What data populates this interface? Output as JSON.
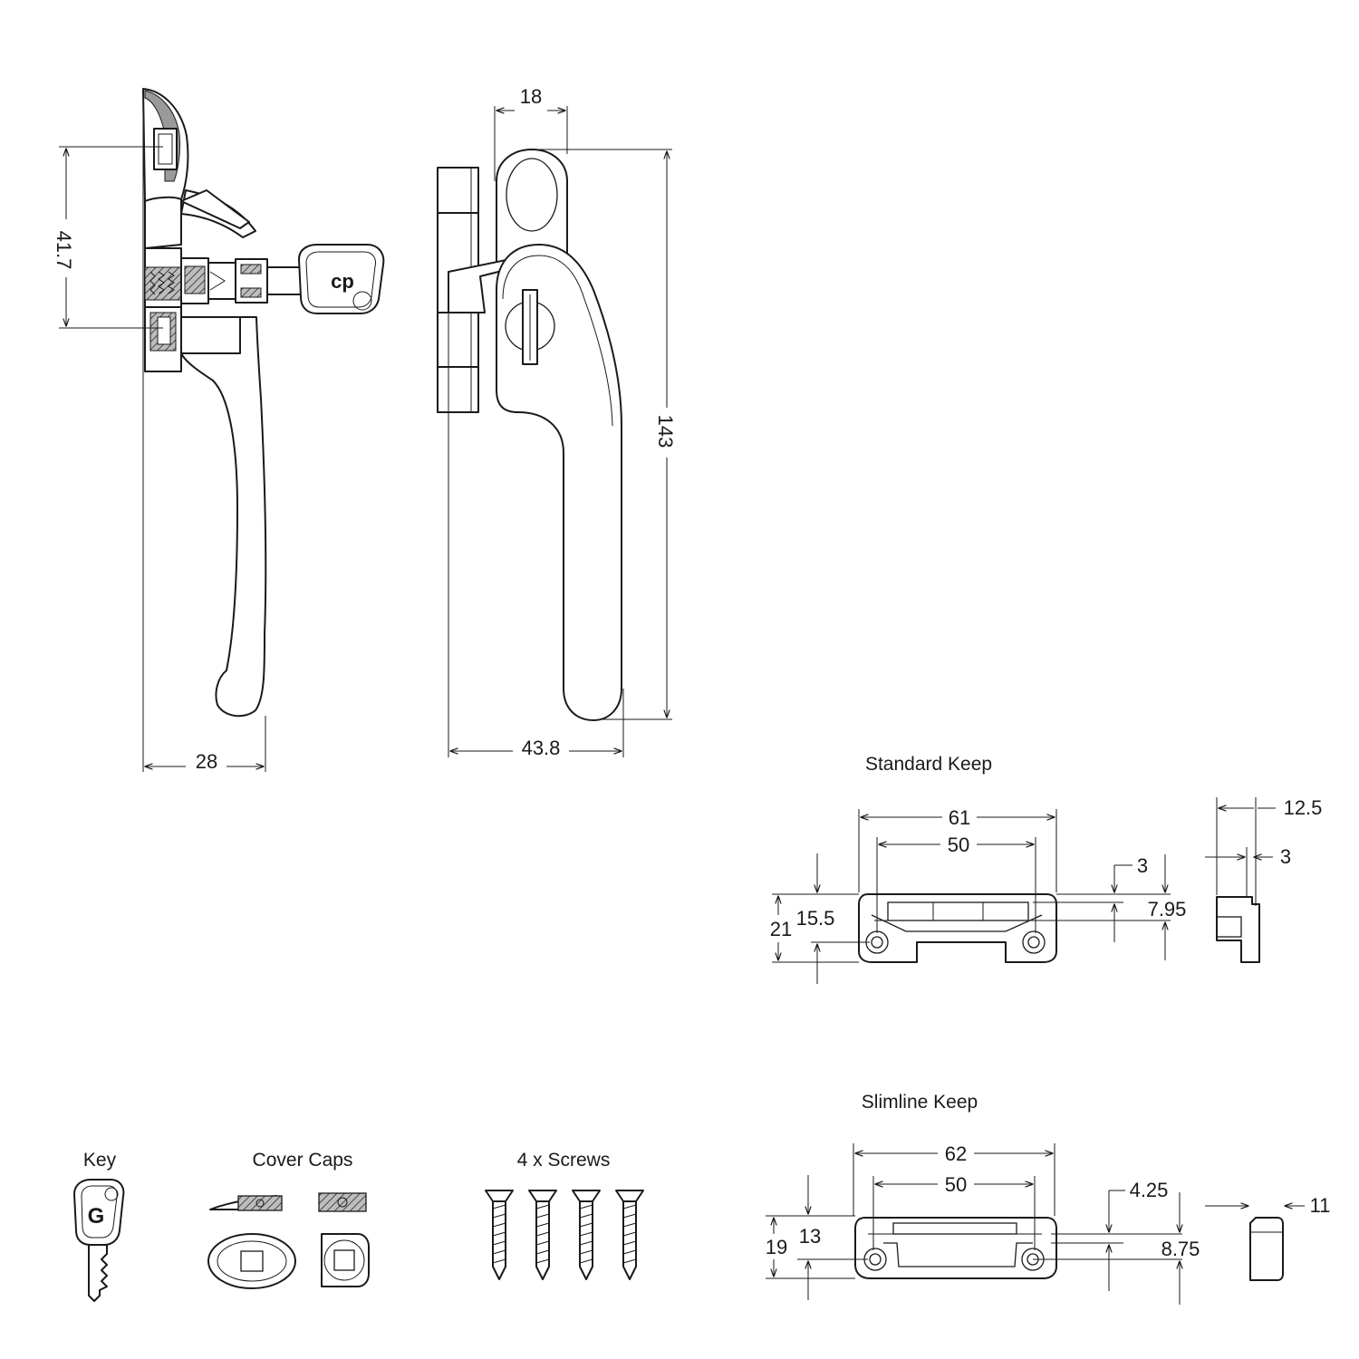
{
  "handle": {
    "dim_height_keyhole": "41.7",
    "dim_depth": "28",
    "dim_top_width": "18",
    "dim_length": "143",
    "dim_total_width": "43.8",
    "key_logo": "cp"
  },
  "standard_keep": {
    "title": "Standard Keep",
    "dim_overall_width": "61",
    "dim_hole_centres": "50",
    "dim_height": "21",
    "dim_hole_height": "15.5",
    "dim_lip": "3",
    "dim_lip_depth": "7.95",
    "dim_side_depth": "12.5",
    "dim_side_lip": "3"
  },
  "slimline_keep": {
    "title": "Slimline Keep",
    "dim_overall_width": "62",
    "dim_hole_centres": "50",
    "dim_height": "19",
    "dim_hole_height": "13",
    "dim_lip": "4.25",
    "dim_lip_depth": "8.75",
    "dim_side_depth": "11"
  },
  "accessories": {
    "key_label": "Key",
    "key_logo": "G",
    "cover_caps_label": "Cover Caps",
    "screws_label": "4 x Screws"
  }
}
